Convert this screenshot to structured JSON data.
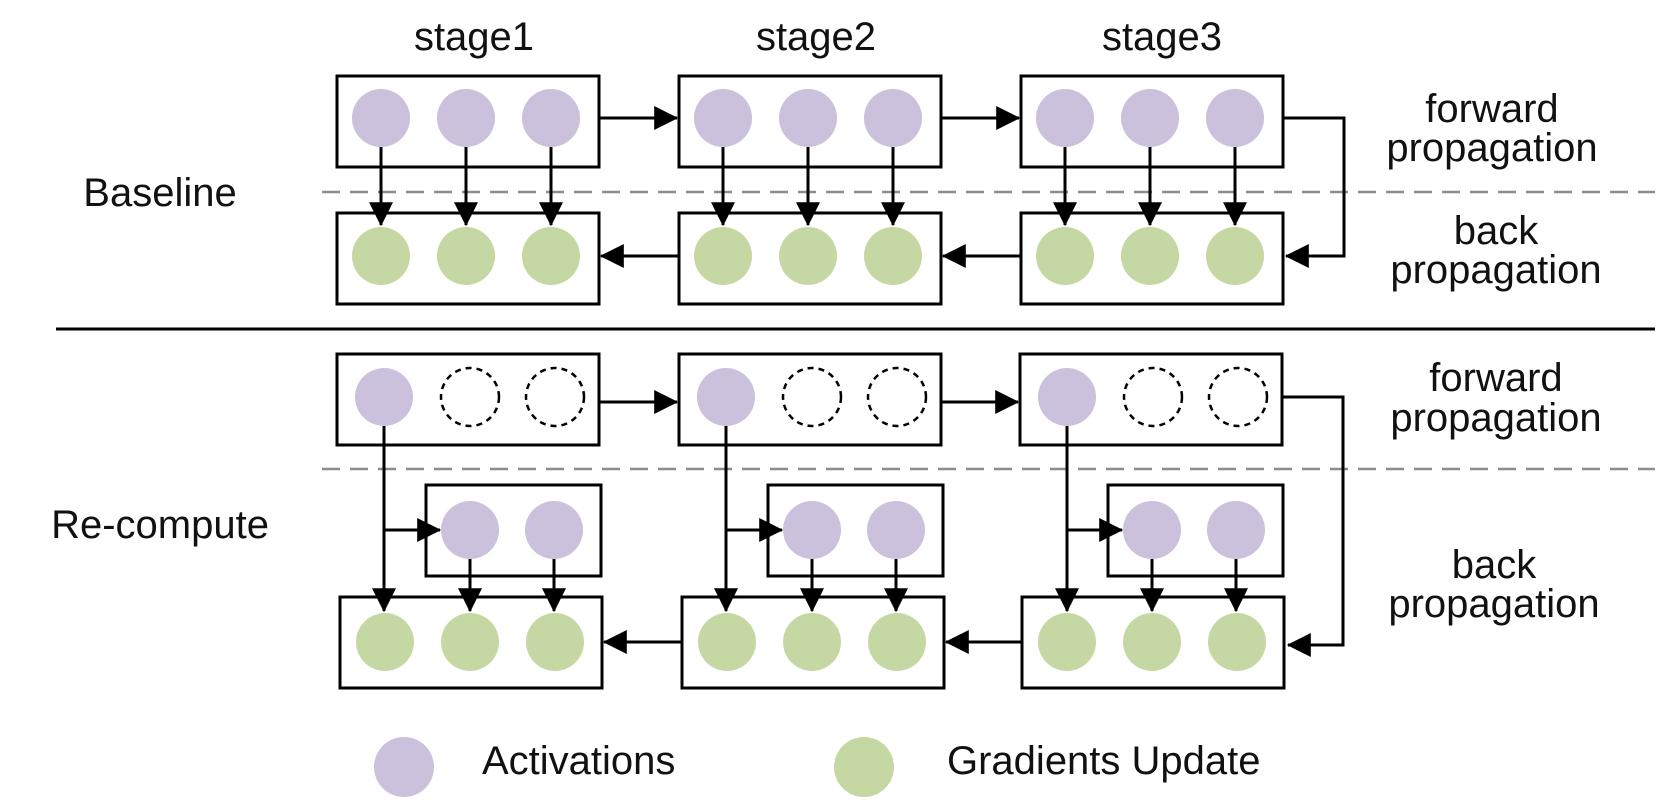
{
  "stages": [
    "stage1",
    "stage2",
    "stage3"
  ],
  "sections": {
    "baseline": {
      "label": "Baseline",
      "forward_lines": [
        "forward",
        "propagation"
      ],
      "back_lines": [
        "back",
        "propagation"
      ]
    },
    "recompute": {
      "label": "Re-compute",
      "forward_lines": [
        "forward",
        "propagation"
      ],
      "back_lines": [
        "back",
        "propagation"
      ]
    }
  },
  "legend": {
    "activations": "Activations",
    "gradients": "Gradients Update"
  },
  "colors": {
    "activation": "#cbc1dc",
    "gradient": "#c5d8a4",
    "line": "#000000",
    "dashed": "#8c8c8c"
  }
}
